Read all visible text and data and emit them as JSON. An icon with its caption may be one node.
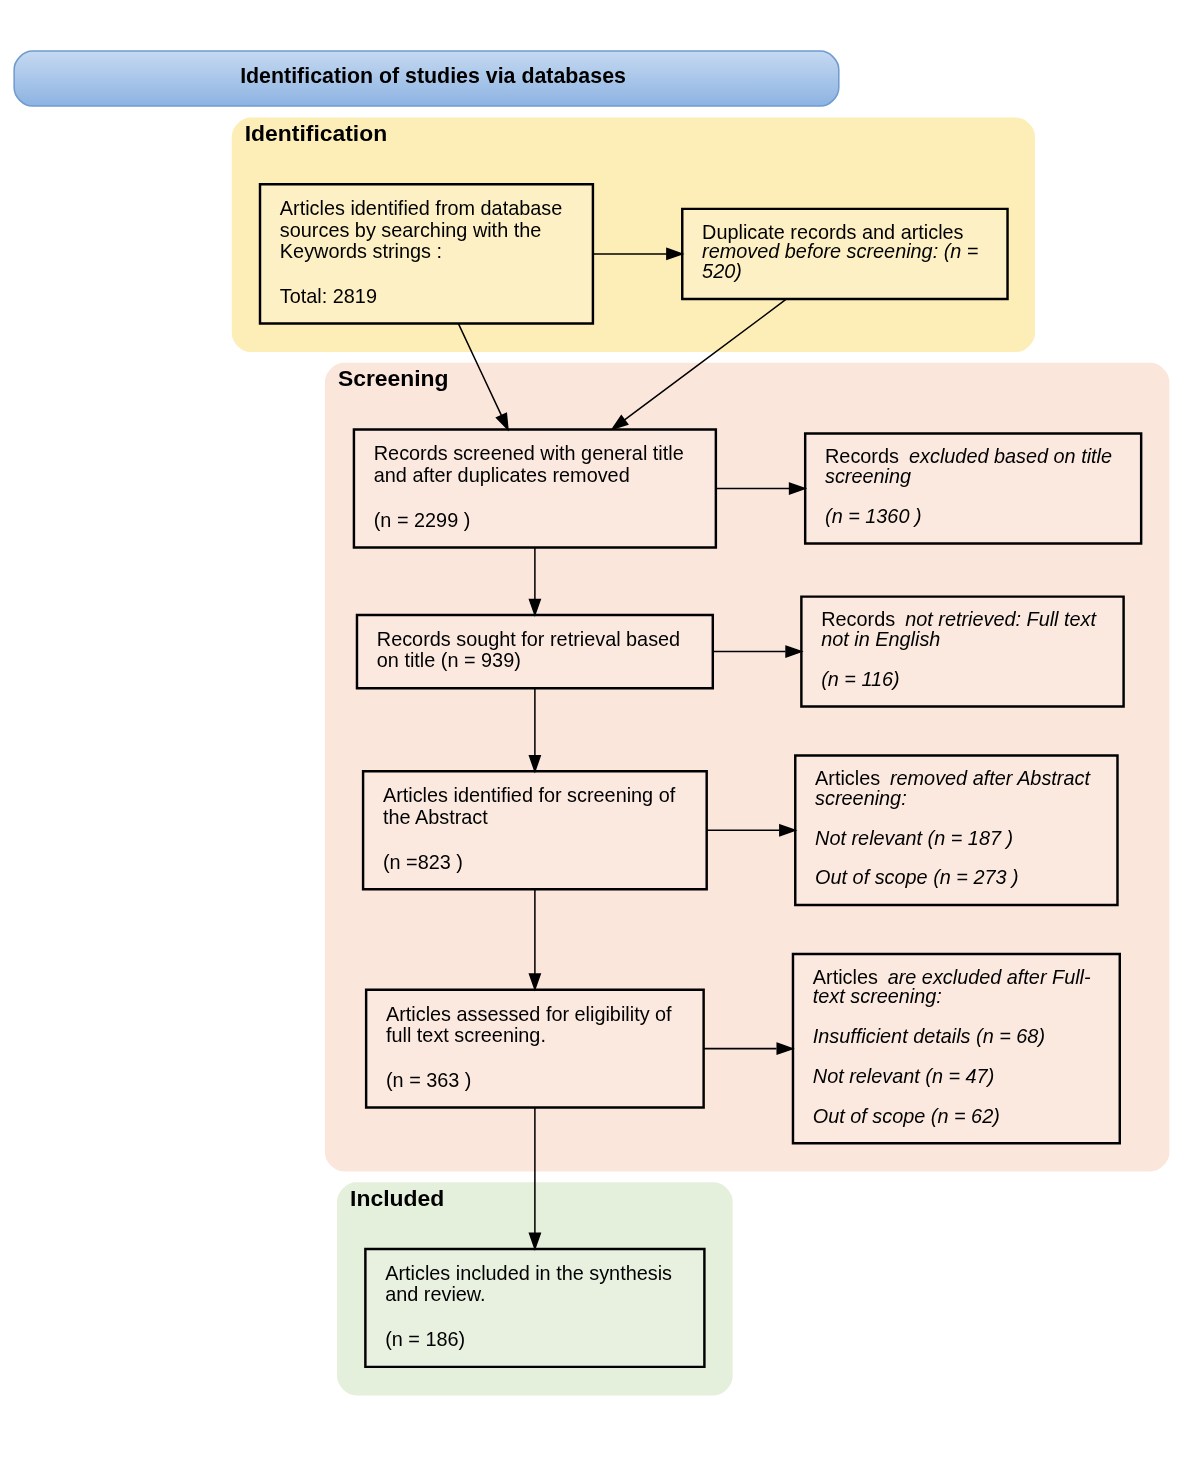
{
  "diagram": {
    "nodes": [
      {
        "text": [
          "Identification of studies via databases"
        ]
      },
      {
        "text": [
          "Identification"
        ]
      },
      {
        "text": [
          "Articles identified from database sources by searching with the Keywords strings :",
          "Total: 2819"
        ],
        "in": 1
      },
      {
        "text": [
          "Duplicate records and articles *removed before screening: (n = 520)*"
        ],
        "in": 1
      },
      {
        "text": [
          "Screening"
        ]
      },
      {
        "text": [
          "Records screened with general title and after duplicates removed",
          "(n = 2299 )"
        ],
        "in": 4
      },
      {
        "text": [
          "Records *excluded based on title screening*",
          "*(n = 1360 )*"
        ],
        "in": 4
      },
      {
        "text": [
          "Records sought for retrieval based on title (n = 939)"
        ],
        "in": 4
      },
      {
        "text": [
          "Records *not retrieved: Full text not in English*",
          "*(n = 116)*"
        ],
        "in": 4
      },
      {
        "text": [
          "Articles identified for screening of the Abstract",
          "(n =823 )"
        ],
        "in": 4
      },
      {
        "text": [
          "Articles *removed after Abstract screening:*",
          "*Not relevant (n = 187 )*",
          "*Out of scope (n = 273 )*"
        ],
        "in": 4
      },
      {
        "text": [
          "Articles assessed for eligibility of full text screening.",
          "(n = 363 )"
        ],
        "in": 4
      },
      {
        "text": [
          "Articles *are excluded after Full-text screening:*",
          "*Insufficient details (n = 68)*",
          "*Not relevant (n = 47)*",
          "*Out of scope (n = 62)*"
        ],
        "in": 4
      },
      {
        "text": [
          "Included"
        ]
      },
      {
        "text": [
          "Articles included in the synthesis and review.",
          "(n = 186)"
        ],
        "in": 13
      }
    ],
    "edges": [
      {
        "from": 2,
        "to": 3,
        "arrow": "to"
      },
      {
        "from": 2,
        "to": 5,
        "arrow": "to"
      },
      {
        "from": 3,
        "to": 5,
        "arrow": "to"
      },
      {
        "from": 5,
        "to": 6,
        "arrow": "to"
      },
      {
        "from": 5,
        "to": 7,
        "arrow": "to"
      },
      {
        "from": 7,
        "to": 8,
        "arrow": "to"
      },
      {
        "from": 7,
        "to": 9,
        "arrow": "to"
      },
      {
        "from": 9,
        "to": 10,
        "arrow": "to"
      },
      {
        "from": 9,
        "to": 11,
        "arrow": "to"
      },
      {
        "from": 11,
        "to": 12,
        "arrow": "to"
      },
      {
        "from": 11,
        "to": 14,
        "arrow": "to"
      }
    ]
  }
}
